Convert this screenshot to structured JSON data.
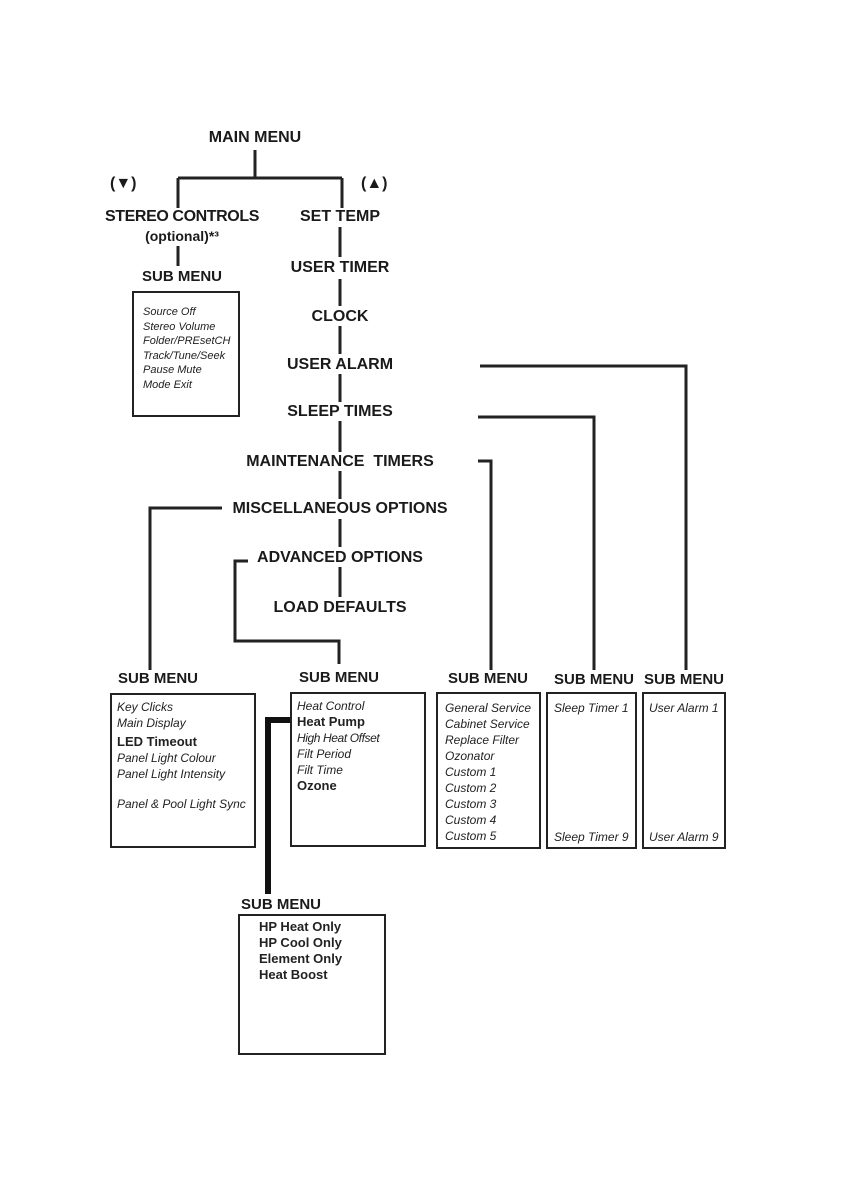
{
  "main_menu": "MAIN MENU",
  "arrow_down": "(▼)",
  "arrow_up": "(▲)",
  "stereo": {
    "title": "STEREO CONTROLS",
    "subtitle": "(optional)*³"
  },
  "main_items": [
    "SET TEMP",
    "USER TIMER",
    "CLOCK",
    "USER ALARM",
    "SLEEP TIMES",
    "MAINTENANCE  TIMERS",
    "MISCELLANEOUS OPTIONS",
    "ADVANCED OPTIONS",
    "LOAD DEFAULTS"
  ],
  "sub_menu_label": "SUB MENU",
  "submenus": {
    "stereo": [
      "Source Off",
      "Stereo Volume",
      "Folder/PREsetCH",
      "Track/Tune/Seek",
      "Pause Mute",
      "Mode Exit"
    ],
    "misc": [
      {
        "text": "Key Clicks",
        "bold": false
      },
      {
        "text": "Main Display",
        "bold": false
      },
      {
        "text": "LED Timeout",
        "bold": true
      },
      {
        "text": "Panel Light Colour",
        "bold": false
      },
      {
        "text": "Panel Light Intensity",
        "bold": false
      },
      {
        "text": "Panel & Pool Light Sync",
        "bold": false,
        "gap": true
      }
    ],
    "advanced": [
      {
        "text": "Heat Control",
        "bold": false
      },
      {
        "text": "Heat Pump",
        "bold": true
      },
      {
        "text": "High Heat Offset",
        "bold": false
      },
      {
        "text": "Filt Period",
        "bold": false
      },
      {
        "text": "Filt Time",
        "bold": false
      },
      {
        "text": "Ozone",
        "bold": true
      }
    ],
    "maintenance": [
      "General Service",
      "Cabinet Service",
      "Replace Filter",
      "Ozonator",
      "Custom 1",
      "Custom 2",
      "Custom 3",
      "Custom 4",
      "Custom 5"
    ],
    "sleep": {
      "first": "Sleep Timer 1",
      "last": "Sleep Timer 9"
    },
    "alarm": {
      "first": "User Alarm 1",
      "last": "User Alarm 9"
    },
    "heat_pump": [
      "HP Heat Only",
      "HP Cool Only",
      "Element Only",
      "Heat Boost"
    ]
  }
}
